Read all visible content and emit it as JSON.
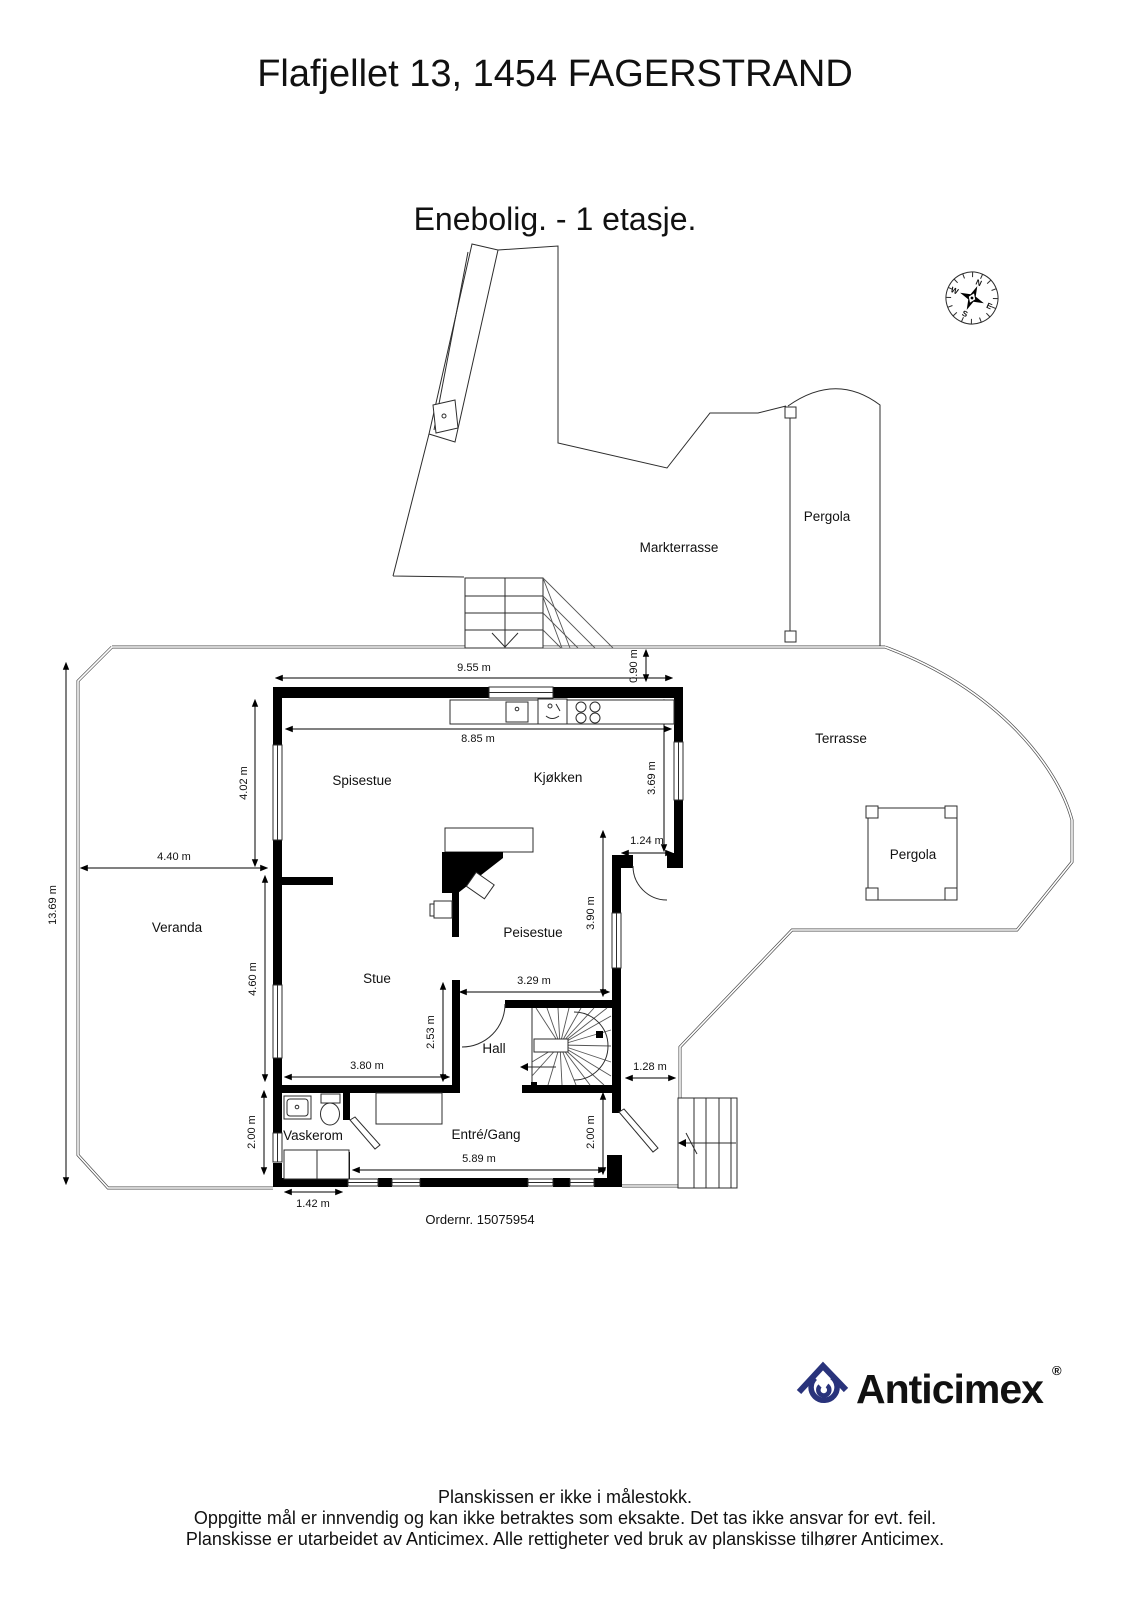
{
  "title": "Flafjellet 13, 1454 FAGERSTRAND",
  "subtitle": "Enebolig.  - 1 etasje.",
  "order_number": "Ordernr. 15075954",
  "compass": {
    "n": "N",
    "e": "E",
    "s": "S",
    "w": "W"
  },
  "rooms": {
    "markterrasse": "Markterrasse",
    "pergola_upper": "Pergola",
    "terrasse": "Terrasse",
    "pergola_terrasse": "Pergola",
    "veranda": "Veranda",
    "spisestue": "Spisestue",
    "kjokken": "Kjøkken",
    "peisestue": "Peisestue",
    "stue": "Stue",
    "hall": "Hall",
    "vaskerom": "Vaskerom",
    "entre_gang": "Entré/Gang"
  },
  "dimensions": {
    "top_width": "9.55 m",
    "deck_gap": "0.90 m",
    "interior_width": "8.85 m",
    "spisestue_height": "4.02 m",
    "kjokken_height": "3.69 m",
    "nook_width": "1.24 m",
    "veranda_width": "4.40 m",
    "deck_height": "13.69 m",
    "peisestue_height": "3.90 m",
    "stue_height": "4.60 m",
    "hall_width": "3.29 m",
    "stue_lower_height": "2.53 m",
    "stue_width": "3.80 m",
    "entrance_gap": "1.28 m",
    "vaskerom_height": "2.00 m",
    "entre_height": "2.00 m",
    "entre_width": "5.89 m",
    "vaskerom_width": "1.42 m"
  },
  "branding": {
    "logo_text": "Anticimex",
    "registered_mark": "®",
    "logo_color": "#29337b"
  },
  "footer": {
    "line1": "Planskissen er ikke i målestokk.",
    "line2": "Oppgitte mål er innvendig og kan ikke betraktes som eksakte. Det tas ikke ansvar for evt. feil.",
    "line3": "Planskisse er utarbeidet av Anticimex. Alle rettigheter ved bruk av planskisse tilhører Anticimex."
  }
}
